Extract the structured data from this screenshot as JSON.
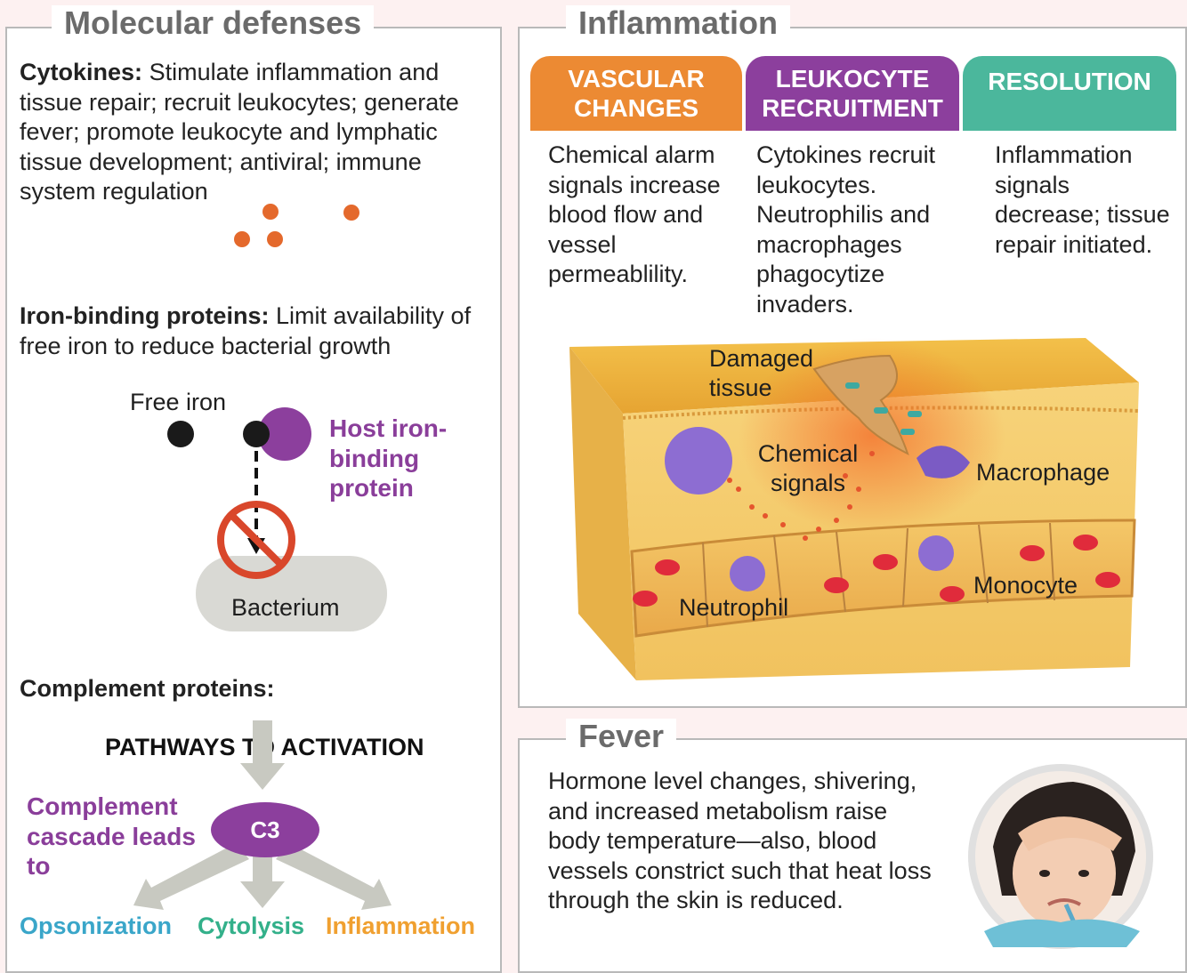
{
  "molecular": {
    "title": "Molecular defenses",
    "cytokines": {
      "label": "Cytokines:",
      "text": "Stimulate inflammation and tissue repair; recruit leukocytes; generate fever; promote leukocyte and lymphatic tissue development; antiviral; immune system regulation"
    },
    "iron": {
      "label": "Iron-binding proteins:",
      "text": "Limit availability of free iron to reduce bacterial growth",
      "free_iron": "Free iron",
      "host_protein": "Host iron-binding protein",
      "bacterium": "Bacterium"
    },
    "complement": {
      "label": "Complement proteins:",
      "pathways": "PATHWAYS TO ACTIVATION",
      "cascade": "Complement cascade leads to",
      "c3": "C3",
      "outcomes": [
        "Opsonization",
        "Cytolysis",
        "Inflammation"
      ]
    }
  },
  "inflammation": {
    "title": "Inflammation",
    "columns": [
      {
        "tab": "VASCULAR CHANGES",
        "color": "#ec8a33",
        "text": "Chemical alarm signals increase blood flow and vessel permeablility."
      },
      {
        "tab": "LEUKOCYTE RECRUITMENT",
        "color": "#8c3f9d",
        "text": "Cytokines recruit leukocytes. Neutrophilis and macrophages phagocytize invaders."
      },
      {
        "tab": "RESOLUTION",
        "color": "#4bb79c",
        "text": "Inflammation signals decrease; tissue repair initiated."
      }
    ],
    "labels": {
      "damaged": "Damaged tissue",
      "chemical": "Chemical signals",
      "macrophage": "Macrophage",
      "monocyte": "Monocyte",
      "neutrophil": "Neutrophil"
    }
  },
  "fever": {
    "title": "Fever",
    "text": "Hormone level changes, shivering, and increased metabolism raise body temperature—also, blood vessels constrict such that heat loss through the skin is reduced."
  },
  "colors": {
    "orange": "#ec8a33",
    "purple": "#8c3f9d",
    "teal": "#4bb79c",
    "opsonization": "#3aa6c9",
    "cytolysis": "#33b08a",
    "inflammation_outcome": "#f0a030",
    "cytokine_dot": "#e4692c"
  }
}
